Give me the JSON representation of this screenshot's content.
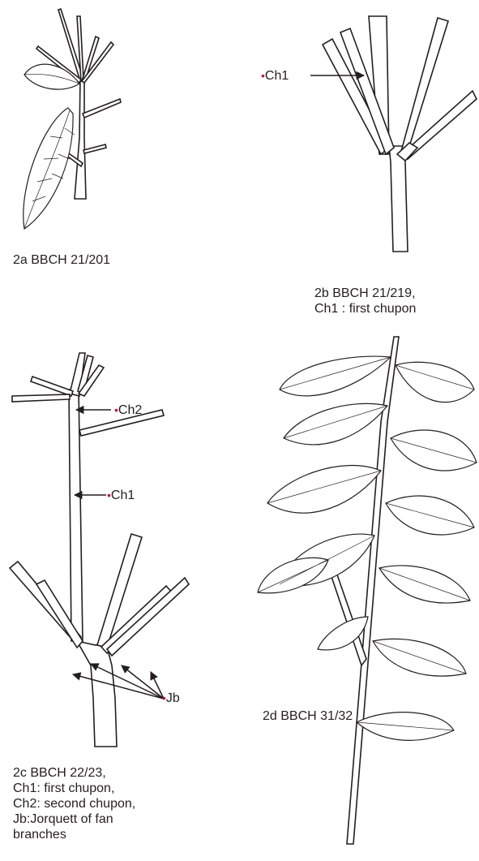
{
  "figures": [
    {
      "id": "2a",
      "caption_lines": [
        "2a BBCH 21/201"
      ]
    },
    {
      "id": "2b",
      "caption_lines": [
        "2b  BBCH 21/219,",
        "Ch1 : first chupon"
      ],
      "labels": [
        {
          "marker": "•",
          "text": "Ch1"
        }
      ]
    },
    {
      "id": "2c",
      "caption_lines": [
        "2c BBCH 22/23,",
        "Ch1: first chupon,",
        "Ch2: second chupon,",
        "Jb:Jorquett of fan",
        "branches"
      ],
      "labels": [
        {
          "marker": "•",
          "text": "Ch2"
        },
        {
          "marker": "•",
          "text": "Ch1"
        },
        {
          "marker": "•",
          "text": "Jb"
        }
      ]
    },
    {
      "id": "2d",
      "caption_lines": [
        "2d BBCH 31/32"
      ]
    }
  ],
  "colors": {
    "ink": "#231f20",
    "marker": "#b5164f"
  }
}
